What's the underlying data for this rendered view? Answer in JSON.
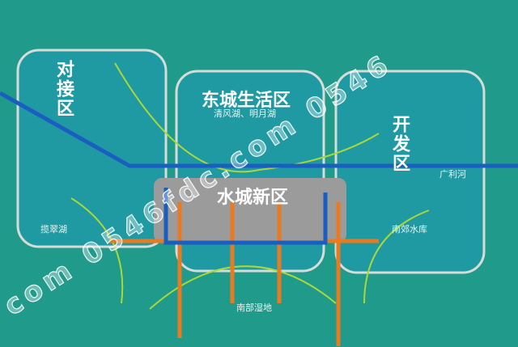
{
  "zones": {
    "left": "对接区",
    "middle": "东城生活区",
    "middle_sub": "清风湖、明月湖",
    "right": "开发区",
    "center": "水城新区"
  },
  "places": {
    "lake_left": "揽翠湖",
    "river": "广利河",
    "reservoir": "南郊水库",
    "wetland": "南部湿地"
  },
  "watermark": "com 0546fdc.com 0546",
  "colors": {
    "background": "#1f9a8b",
    "zone_fill": "#1f9aa2",
    "zone_border": "#d8dcd8",
    "center_fill": "#9b9b9b",
    "river": "#1a5fc0",
    "road": "#e87a22",
    "arc": "#a8d83a"
  }
}
